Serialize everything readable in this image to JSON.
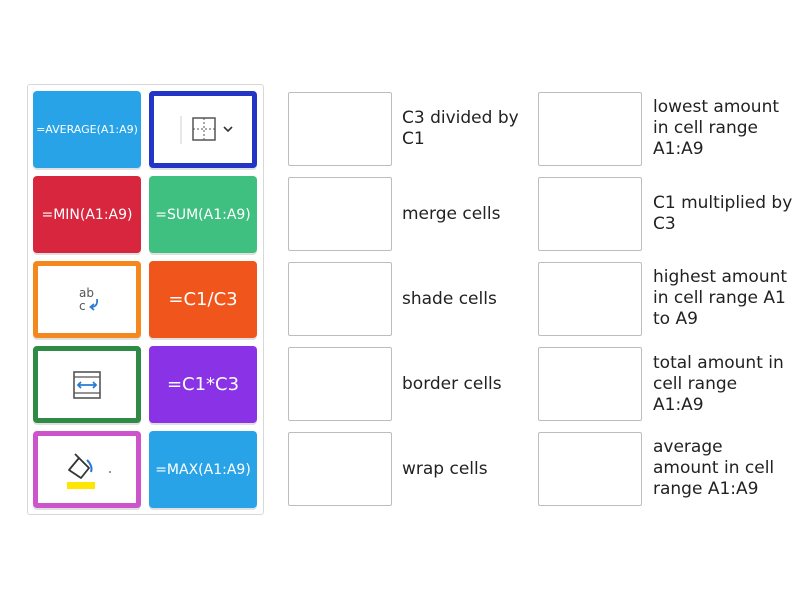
{
  "colors": {
    "blue": "#28a3e8",
    "red": "#d7263d",
    "green": "#3fbf80",
    "orange_red": "#f0561c",
    "purple": "#8a33e6",
    "border_blue": "#2335c7",
    "border_orange": "#f5871f",
    "border_green": "#2f8a45",
    "border_magenta": "#cc55cc",
    "highlight_yellow": "#ffe600",
    "arrow_blue": "#2a79d6"
  },
  "tiles": {
    "average": "=AVERAGE(A1:A9)",
    "border_icon": "border-dropdown-icon",
    "min": "=MIN(A1:A9)",
    "sum": "=SUM(A1:A9)",
    "wrap_icon": "wrap-text-icon",
    "divide": "=C1/C3",
    "merge_icon": "merge-cells-icon",
    "multiply": "=C1*C3",
    "fill_icon": "fill-color-icon",
    "max": "=MAX(A1:A9)"
  },
  "column1_labels": [
    "C3 divided by C1",
    "merge cells",
    "shade cells",
    "border cells",
    "wrap cells"
  ],
  "column2_labels": [
    "lowest amount in cell range A1:A9",
    "C1 multiplied by C3",
    "highest amount in cell range A1 to A9",
    "total amount in cell range A1:A9",
    "average amount in cell range A1:A9"
  ]
}
